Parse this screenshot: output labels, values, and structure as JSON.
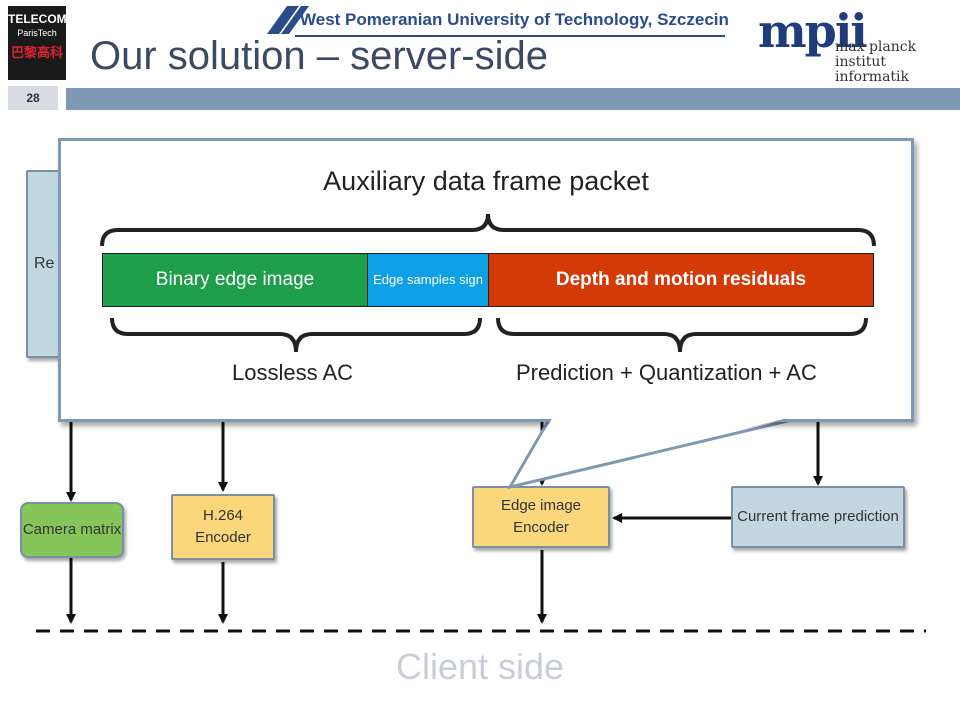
{
  "header": {
    "title": "Our solution – server-side",
    "slide_number": "28",
    "logos": {
      "telecom_line1": "TELECOM",
      "telecom_line2": "ParisTech",
      "telecom_line3": "巴黎高科",
      "wput": "West Pomeranian University of Technology, Szczecin",
      "mpi_mark": "mpii",
      "mpi_line1": "max planck institut",
      "mpi_line2": "informatik"
    }
  },
  "diagram": {
    "left_box_partial": "Re",
    "camera_matrix": "Camera matrix",
    "h264_encoder": "H.264 Encoder",
    "edge_image_encoder": "Edge image Encoder",
    "current_frame_prediction": "Current frame prediction",
    "client_side": "Client side"
  },
  "popup": {
    "title": "Auxiliary data frame packet",
    "segments": {
      "binary": "Binary edge image",
      "edge_sign": "Edge samples sign",
      "depth": "Depth and motion residuals"
    },
    "lossless": "Lossless AC",
    "prediction": "Prediction + Quantization + AC"
  },
  "colors": {
    "title": "#3b4a63",
    "header_bar": "#7f99b5",
    "box_blue": "#c3d7e3",
    "box_yellow": "#fbd77c",
    "box_green": "#86c55a",
    "seg_green": "#1e9e49",
    "seg_blue": "#0ea0e6",
    "seg_red": "#d33a07",
    "client_side": "#c9cdd6"
  }
}
